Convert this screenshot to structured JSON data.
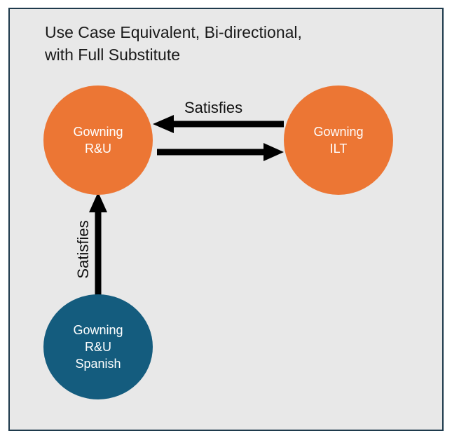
{
  "diagram": {
    "title_line1": "Use Case Equivalent, Bi-directional,",
    "title_line2": "with Full Substitute",
    "nodes": {
      "ru": {
        "line1": "Gowning",
        "line2": "R&U"
      },
      "ilt": {
        "line1": "Gowning",
        "line2": "ILT"
      },
      "spanish": {
        "line1": "Gowning",
        "line2": "R&U",
        "line3": "Spanish"
      }
    },
    "edges": {
      "ilt_to_ru_label": "Satisfies",
      "spanish_to_ru_label": "Satisfies"
    },
    "colors": {
      "frame_bg": "#e8e8e8",
      "frame_border": "#1e3a4c",
      "node_orange": "#ec7634",
      "node_blue": "#145c7e",
      "arrow": "#000000"
    }
  }
}
